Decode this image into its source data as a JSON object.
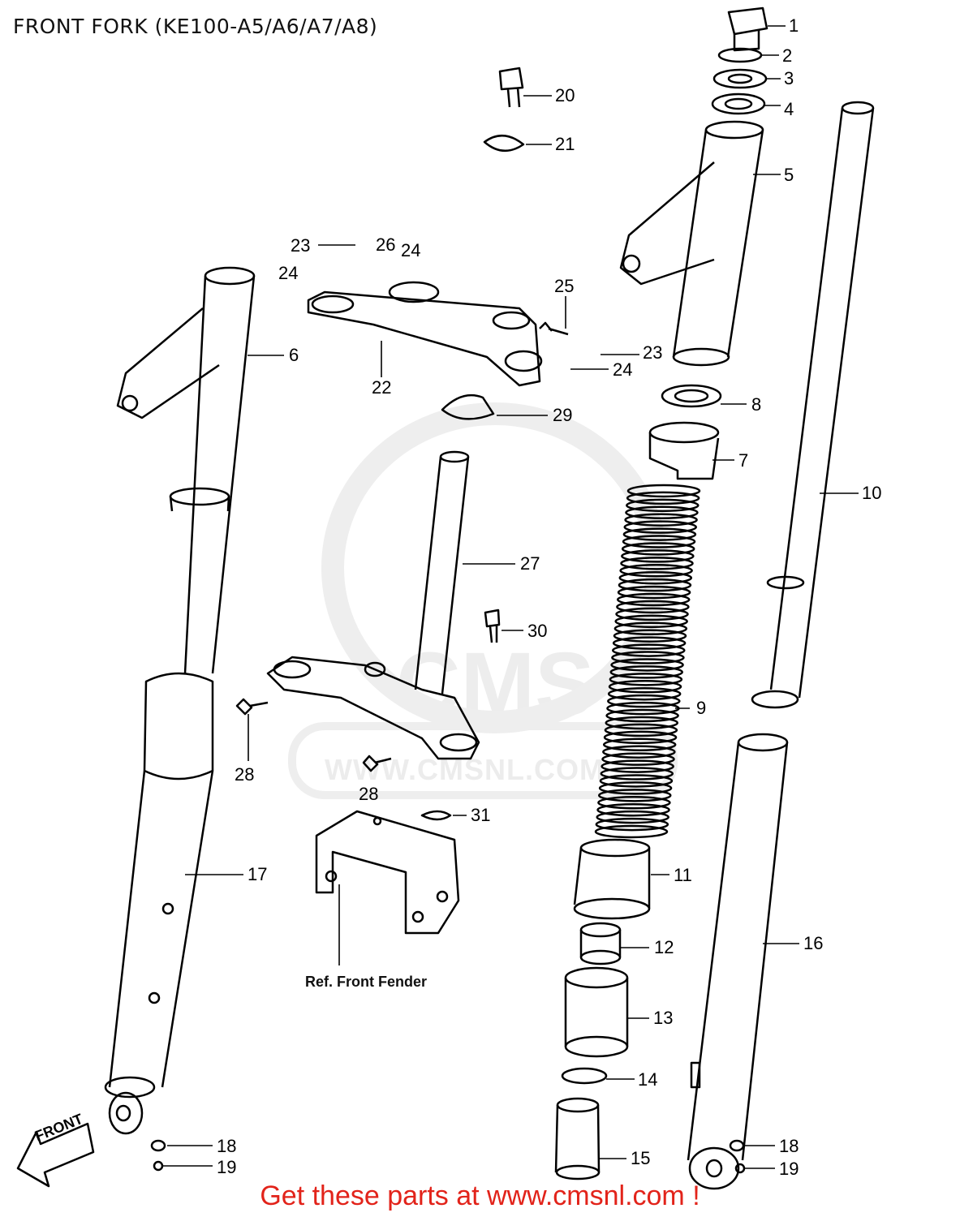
{
  "title": "FRONT FORK (KE100-A5/A6/A7/A8)",
  "callouts": [
    "1",
    "2",
    "3",
    "4",
    "5",
    "6",
    "7",
    "8",
    "9",
    "10",
    "11",
    "12",
    "13",
    "14",
    "15",
    "16",
    "17",
    "18",
    "18",
    "19",
    "19",
    "20",
    "21",
    "22",
    "23",
    "23",
    "24",
    "24",
    "24",
    "24",
    "25",
    "26",
    "27",
    "28",
    "28",
    "29",
    "30",
    "31"
  ],
  "fender_ref": "Ref. Front Fender",
  "front_marker": "FRONT",
  "watermark_logo": "CMS",
  "watermark_url": "WWW.CMSNL.COM",
  "footer": "Get these parts at www.cmsnl.com !",
  "colors": {
    "footer": "#e2231a",
    "line": "#000000"
  }
}
